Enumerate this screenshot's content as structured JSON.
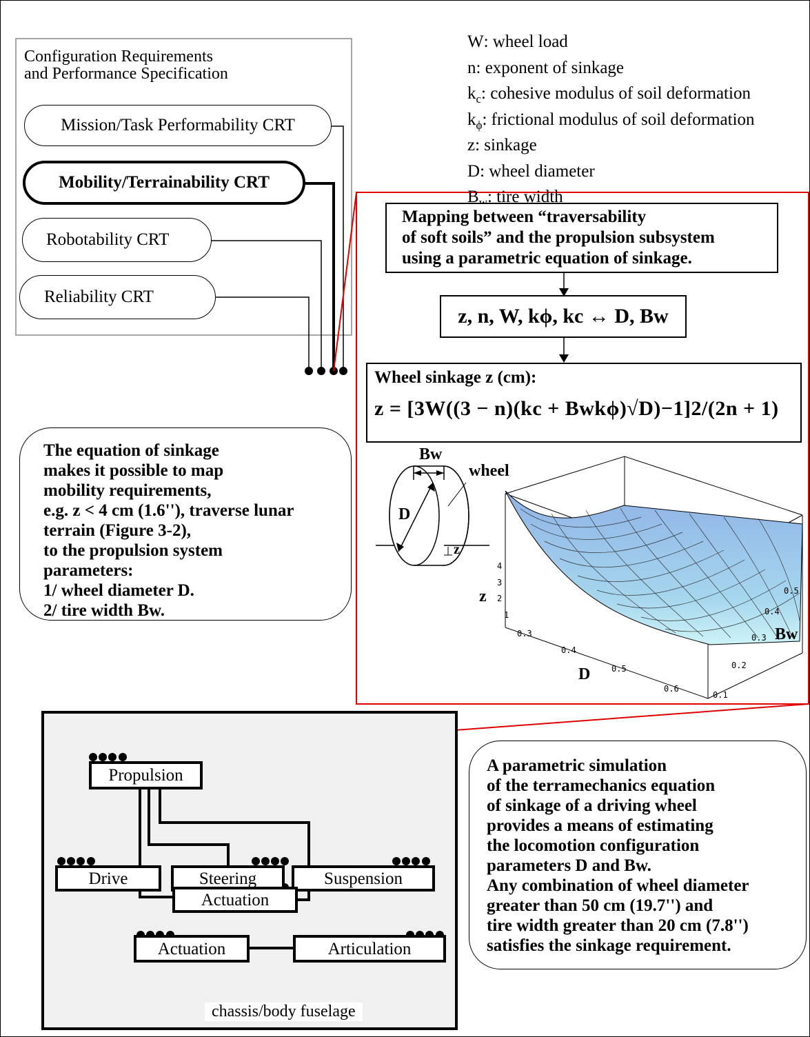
{
  "crt_panel": {
    "title_line1": "Configuration Requirements",
    "title_line2": "and Performance Specification",
    "items": [
      {
        "label": "Mission/Task Performability CRT",
        "highlighted": false
      },
      {
        "label": "Mobility/Terrainability CRT",
        "highlighted": true
      },
      {
        "label": "Robotability CRT",
        "highlighted": false
      },
      {
        "label": "Reliability CRT",
        "highlighted": false
      }
    ]
  },
  "legend": [
    {
      "sym": "W",
      "sub": "",
      "text": ": wheel load"
    },
    {
      "sym": "n",
      "sub": "",
      "text": ": exponent of sinkage"
    },
    {
      "sym": "k",
      "sub": "c",
      "text": ": cohesive modulus of soil deformation"
    },
    {
      "sym": "k",
      "sub": "ϕ",
      "text": ": frictional modulus of soil deformation"
    },
    {
      "sym": "z",
      "sub": "",
      "text": ": sinkage"
    },
    {
      "sym": "D",
      "sub": "",
      "text": ": wheel diameter"
    },
    {
      "sym": "B",
      "sub": "w",
      "text": ": tire width"
    }
  ],
  "mapping": {
    "line1": "Mapping between “traversability",
    "line2": "of soft soils” and the propulsion subsystem",
    "line3": "using a parametric equation of sinkage.",
    "relation": "z, n, W, kϕ, kc ↔ D, Bw",
    "sinkage_title": "Wheel sinkage z (cm):",
    "equation": "z = [3W((3 − n)(kc + Bwkϕ)√D)−1]2/(2n + 1)"
  },
  "wheel_sketch": {
    "label_width": "Bw",
    "label_wheel": "wheel",
    "label_diameter": "D",
    "label_sinkage": "z"
  },
  "plot": {
    "z_label": "z",
    "d_label": "D",
    "bw_label": "Bw",
    "z_ticks": [
      "1",
      "2",
      "3",
      "4"
    ],
    "d_ticks": [
      "0.3",
      "0.4",
      "0.5",
      "0.6"
    ],
    "bw_ticks": [
      "0.1",
      "0.2",
      "0.3",
      "0.4",
      "0.5"
    ]
  },
  "note_left": [
    "The equation of sinkage",
    "makes it possible to map",
    "mobility requirements,",
    "e.g. z < 4 cm (1.6''), traverse lunar",
    "terrain (Figure 3-2),",
    "to the propulsion system",
    "parameters:",
    "1/ wheel diameter D.",
    "2/ tire width Bw."
  ],
  "chassis": {
    "blocks": [
      "Propulsion",
      "Drive",
      "Steering",
      "Suspension",
      "Actuation",
      "Actuation",
      "Articulation"
    ],
    "caption": "chassis/body fuselage"
  },
  "note_right": [
    "A parametric simulation",
    "of the terramechanics equation",
    "of sinkage of a driving wheel",
    "provides a means of estimating",
    "the locomotion configuration",
    "parameters D and Bw.",
    "Any combination of wheel diameter",
    "greater than 50 cm (19.7'') and",
    "tire width greater than 20 cm (7.8'')",
    "satisfies the sinkage requirement."
  ],
  "colors": {
    "highlight": "#e00000",
    "surface_light": "#cdf3f7",
    "surface_dark": "#8fb3e6",
    "panel_bg": "#f0f0f0"
  }
}
